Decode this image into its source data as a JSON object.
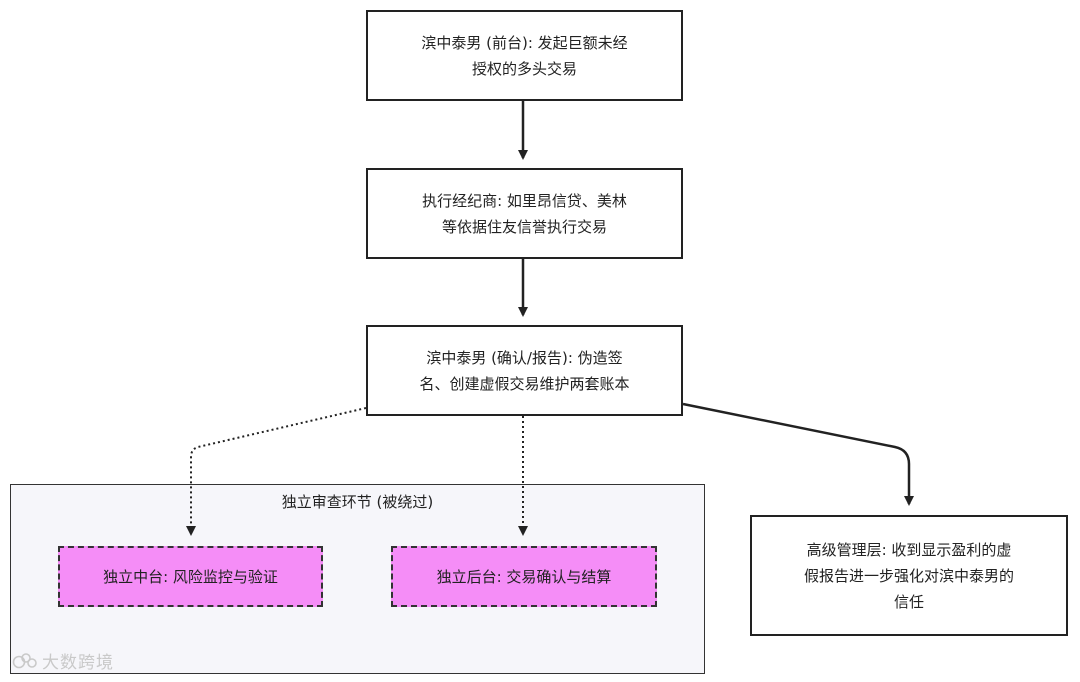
{
  "nodes": {
    "front_office": {
      "line1": "滨中泰男 (前台): 发起巨额未经",
      "line2": "授权的多头交易"
    },
    "brokers": {
      "line1": "执行经纪商: 如里昂信贷、美林",
      "line2": "等依据住友信誉执行交易"
    },
    "confirm": {
      "line1": "滨中泰男 (确认/报告): 伪造签",
      "line2": "名、创建虚假交易维护两套账本"
    },
    "management": {
      "line1": "高级管理层: 收到显示盈利的虚",
      "line2": "假报告进一步强化对滨中泰男的",
      "line3": "信任"
    }
  },
  "subgraph": {
    "title": "独立审查环节 (被绕过)",
    "middle_office": "独立中台: 风险监控与验证",
    "back_office": "独立后台: 交易确认与结算"
  },
  "colors": {
    "bypassed_fill": "#f58df7",
    "subgraph_fill": "#f6f6fa",
    "stroke": "#222222"
  },
  "watermark": {
    "text": "大数跨境",
    "icon": "logo-icon"
  }
}
